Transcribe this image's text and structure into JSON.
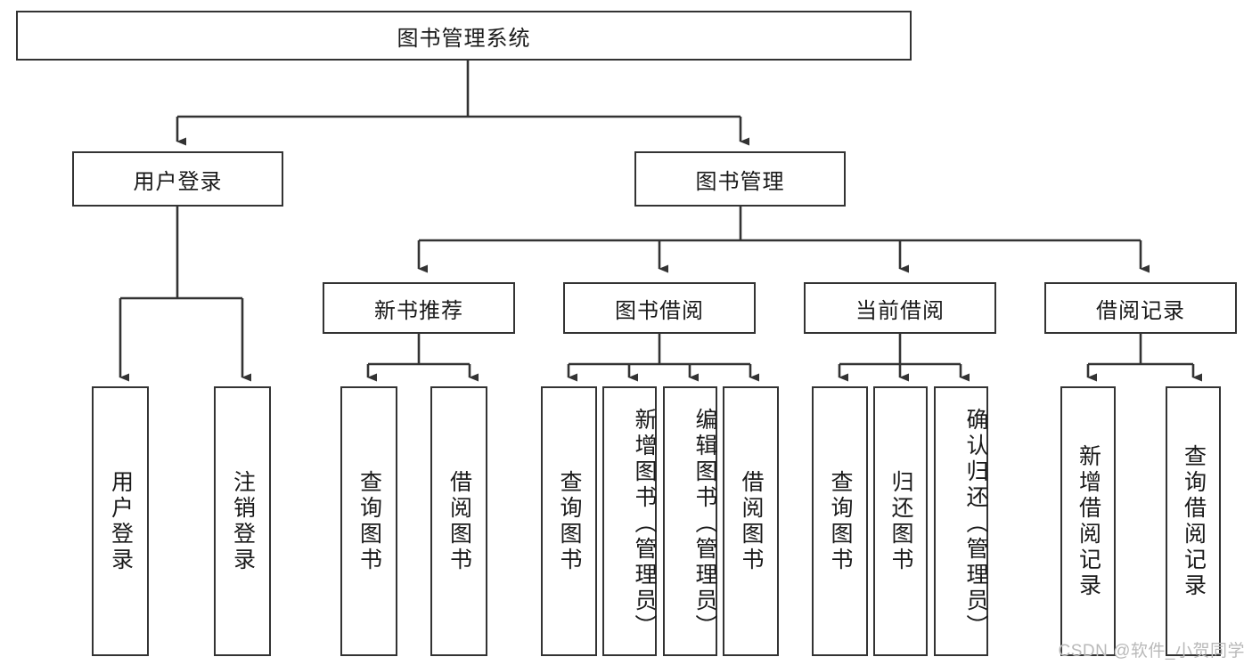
{
  "diagram": {
    "type": "tree",
    "title": "图书管理系统",
    "root": {
      "id": "root",
      "label": "图书管理系统"
    },
    "level2": [
      {
        "id": "user-login",
        "label": "用户登录"
      },
      {
        "id": "book-manage",
        "label": "图书管理"
      }
    ],
    "level3": [
      {
        "id": "new-book-recommend",
        "label": "新书推荐",
        "parent": "book-manage"
      },
      {
        "id": "book-borrow",
        "label": "图书借阅",
        "parent": "book-manage"
      },
      {
        "id": "current-borrow",
        "label": "当前借阅",
        "parent": "book-manage"
      },
      {
        "id": "borrow-record",
        "label": "借阅记录",
        "parent": "book-manage"
      }
    ],
    "leaves": {
      "user-login": [
        {
          "id": "leaf-user-login",
          "label": "用户登录"
        },
        {
          "id": "leaf-user-logout",
          "label": "注销登录"
        }
      ],
      "new-book-recommend": [
        {
          "id": "leaf-query-book-1",
          "label": "查询图书"
        },
        {
          "id": "leaf-borrow-book-1",
          "label": "借阅图书"
        }
      ],
      "book-borrow": [
        {
          "id": "leaf-query-book-2",
          "label": "查询图书"
        },
        {
          "id": "leaf-add-book",
          "label": "新增图书（管理员）"
        },
        {
          "id": "leaf-edit-book",
          "label": "编辑图书（管理员）"
        },
        {
          "id": "leaf-borrow-book-2",
          "label": "借阅图书"
        }
      ],
      "current-borrow": [
        {
          "id": "leaf-query-book-3",
          "label": "查询图书"
        },
        {
          "id": "leaf-return-book",
          "label": "归还图书"
        },
        {
          "id": "leaf-confirm-return",
          "label": "确认归还（管理员）"
        }
      ],
      "borrow-record": [
        {
          "id": "leaf-add-record",
          "label": "新增借阅记录"
        },
        {
          "id": "leaf-query-record",
          "label": "查询借阅记录"
        }
      ]
    },
    "colors": {
      "border": "#333333",
      "background": "#ffffff",
      "text": "#1a1a1a",
      "watermark": "#b9b9b9"
    }
  },
  "watermark": {
    "text": "CSDN @软件_小贺同学"
  }
}
